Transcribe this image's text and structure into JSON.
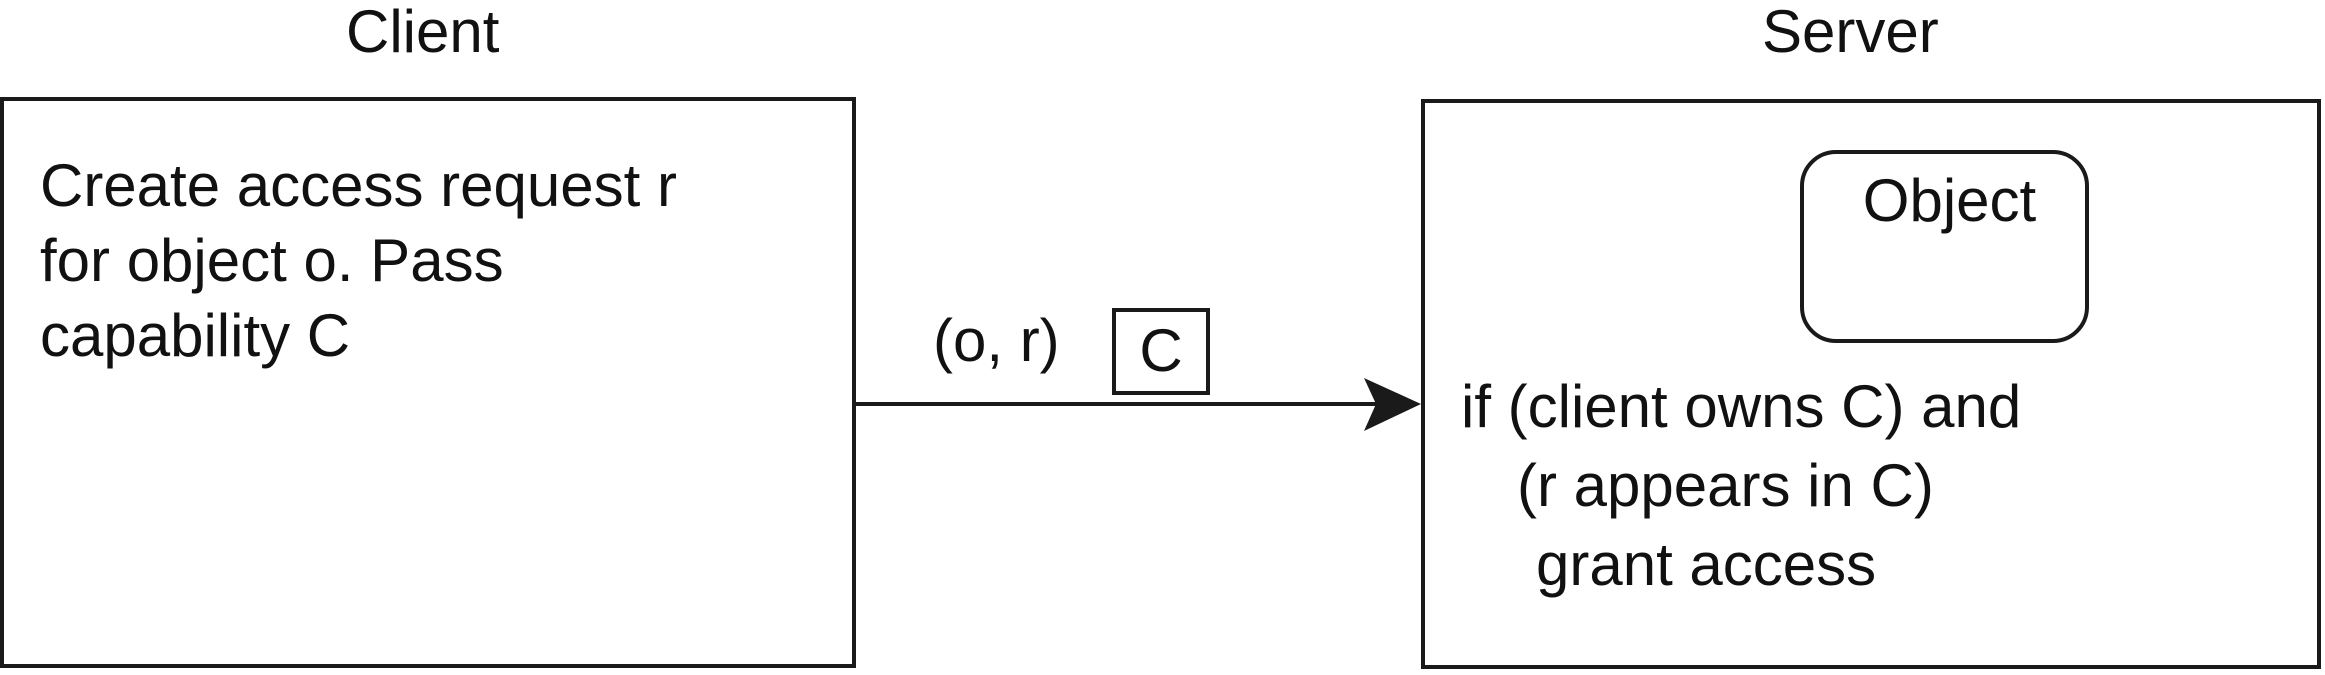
{
  "client": {
    "title": "Client",
    "lines": [
      "Create access request r",
      "for object o. Pass",
      "capability C"
    ]
  },
  "server": {
    "title": "Server",
    "object_label": "Object",
    "lines": [
      "if (client owns C) and",
      "(r appears in C)",
      "grant access"
    ]
  },
  "message": {
    "label": "(o, r)",
    "capability": "C"
  }
}
